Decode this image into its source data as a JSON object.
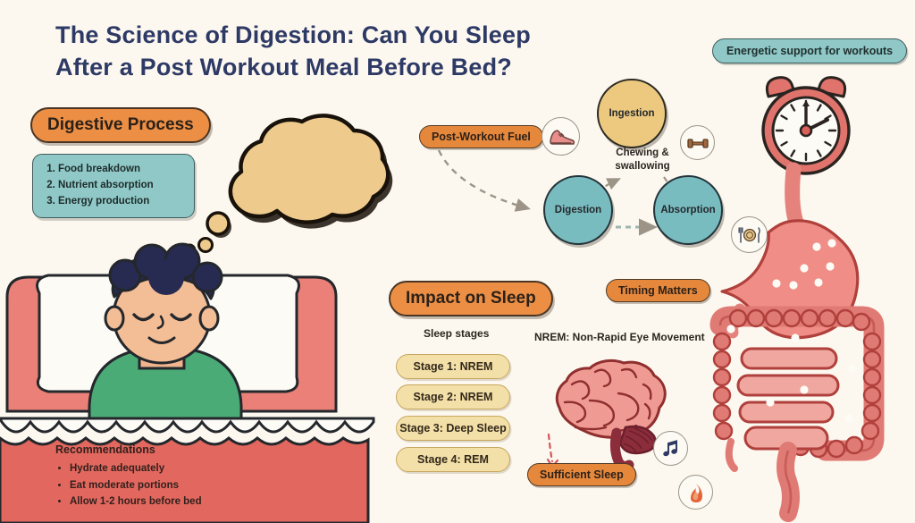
{
  "page": {
    "title_line1": "The Science of Digestion: Can You Sleep",
    "title_line2": "After a Post Workout Meal Before Bed?",
    "background_color": "#fdf8ef",
    "title_color": "#2e3a66"
  },
  "badges": {
    "energetic_support": "Energetic support for workouts",
    "timing_matters": "Timing Matters",
    "sufficient_sleep": "Sufficient Sleep",
    "post_workout_fuel": "Post-Workout Fuel"
  },
  "digestive_process": {
    "heading": "Digestive Process",
    "steps": [
      "Food breakdown",
      "Nutrient absorption",
      "Energy production"
    ]
  },
  "flow": {
    "nodes": [
      {
        "label": "Ingestion",
        "color": "#ecc97f"
      },
      {
        "label": "Digestion",
        "color": "#79bcc0"
      },
      {
        "label": "Absorption",
        "color": "#79bcc0"
      }
    ],
    "edge_label_line1": "Chewing &",
    "edge_label_line2": "swallowing"
  },
  "sleep": {
    "heading": "Impact on Sleep",
    "stages_caption": "Sleep stages",
    "nrem_note": "NREM: Non-Rapid Eye Movement",
    "stages": [
      "Stage 1: NREM",
      "Stage 2: NREM",
      "Stage 3: Deep Sleep",
      "Stage 4: REM"
    ]
  },
  "recommendations": {
    "title": "Recommendations",
    "items": [
      "Hydrate adequately",
      "Eat moderate portions",
      "Allow 1-2 hours before bed"
    ]
  },
  "icons": {
    "sneaker": "sneaker-icon",
    "dumbbell": "dumbbell-icon",
    "plate_cutlery": "plate-cutlery-icon",
    "music_note": "music-note-icon",
    "flame": "flame-icon",
    "alarm_clock": "alarm-clock-icon",
    "brain": "brain-icon",
    "digestive_tract": "digestive-tract-icon",
    "thought_bubble": "thought-bubble-icon",
    "sleeping-person": "sleeping-person-icon"
  },
  "colors": {
    "orange": "#ec8f45",
    "teal": "#8fc8c6",
    "tan": "#f3dfa8",
    "coral": "#e2685f",
    "navy": "#2e3a66",
    "pink": "#ef9b94"
  }
}
